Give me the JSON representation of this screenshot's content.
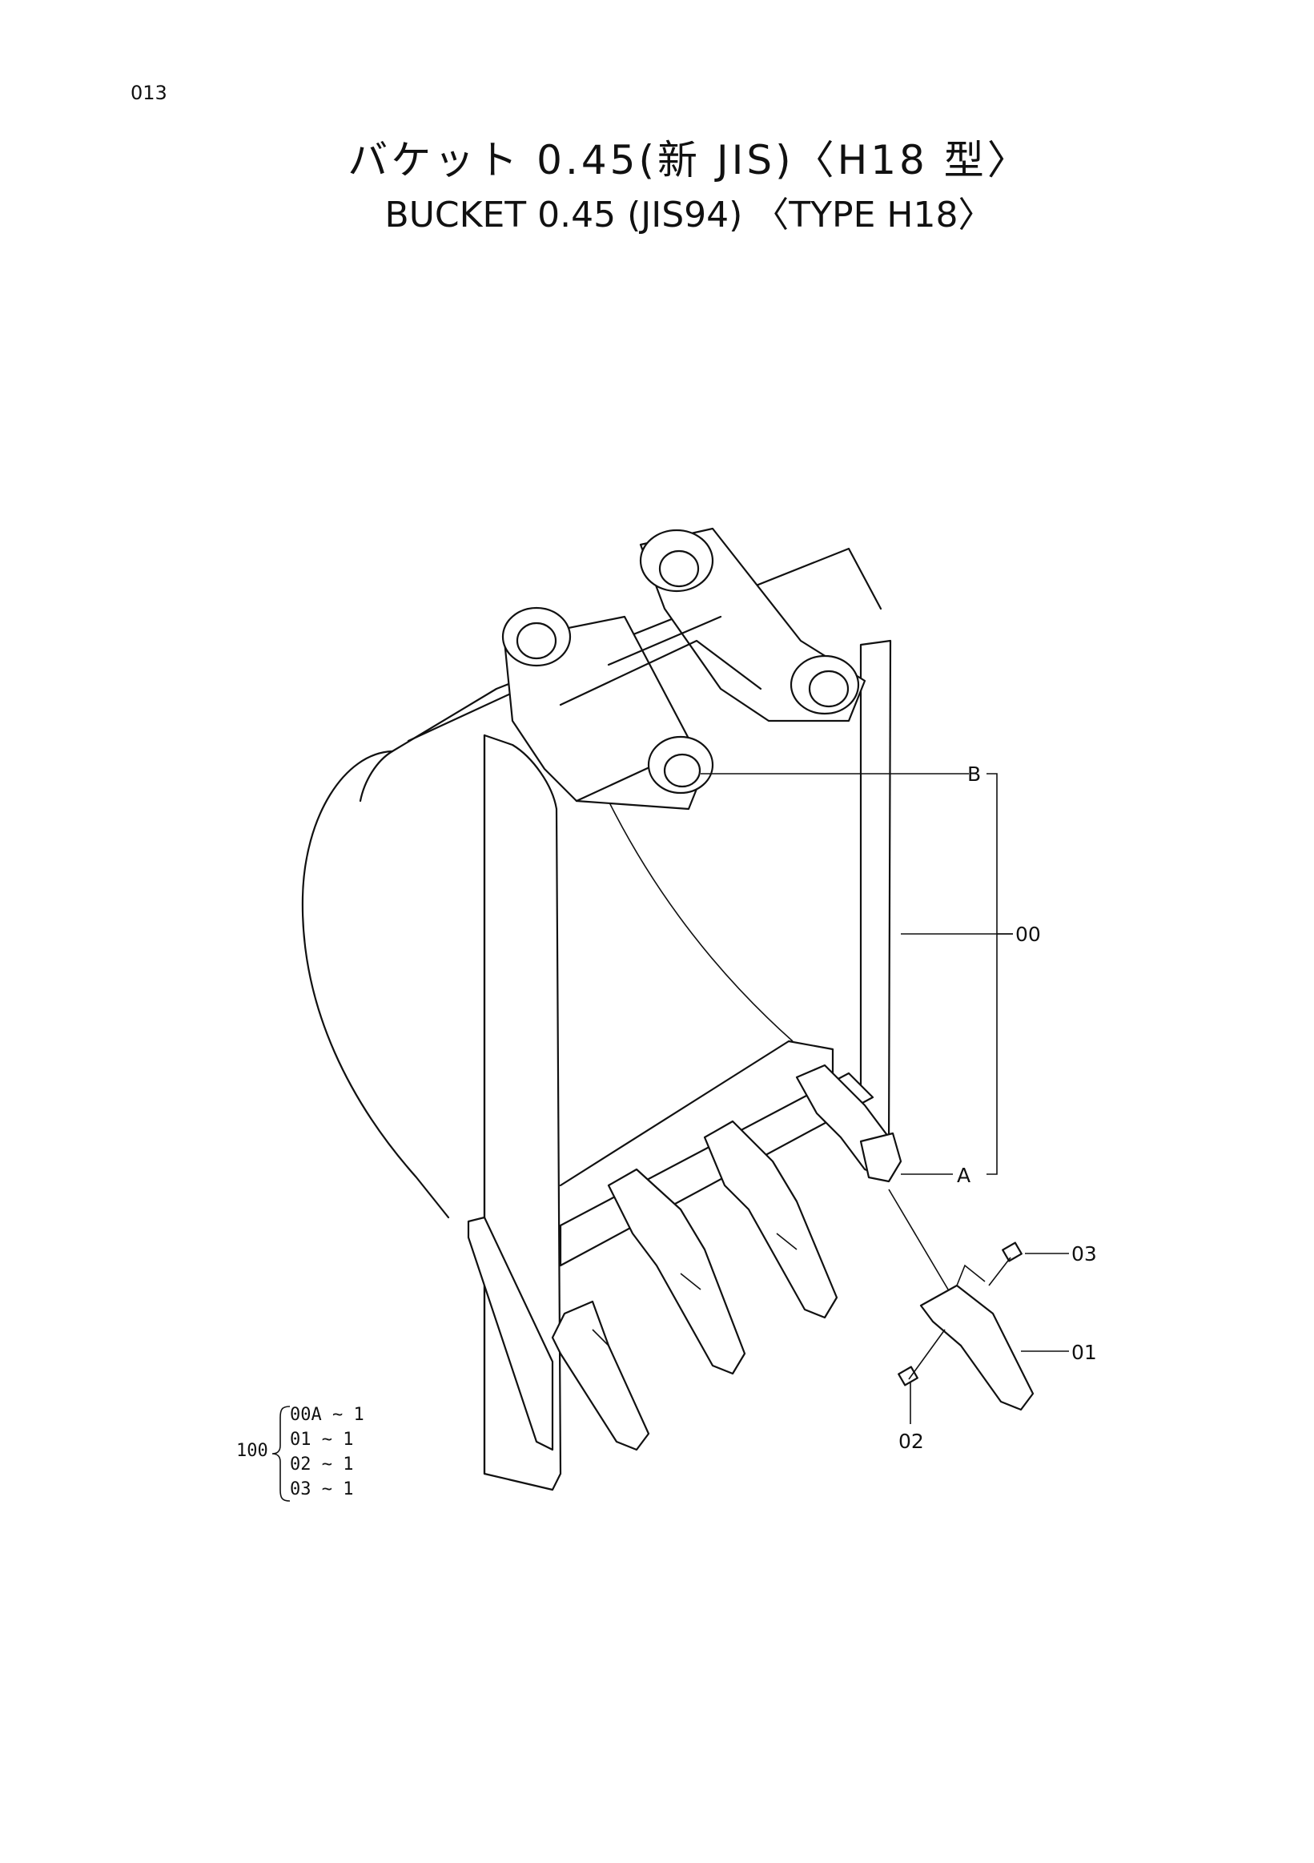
{
  "page_number": "013",
  "title_jp": "バケット 0.45(新 JIS)〈H18 型〉",
  "title_en": "BUCKET  0.45 (JIS94) 〈TYPE  H18〉",
  "callouts": {
    "B": "B",
    "A": "A",
    "p00": "00",
    "p03": "03",
    "p01": "01",
    "p02": "02"
  },
  "kit": {
    "label": "100",
    "rows": [
      "00A ~ 1",
      "01  ~ 1",
      "02  ~ 1",
      "03  ~ 1"
    ]
  }
}
